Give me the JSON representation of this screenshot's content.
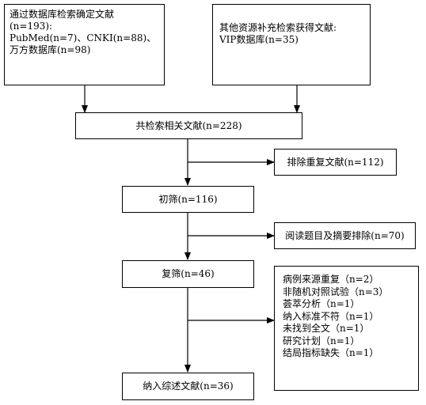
{
  "boxes": {
    "databases": {
      "lines": [
        "通过数据库检索确定文献",
        "(n=193):",
        "PubMed(n=7)、CNKI(n=88)、",
        "万方数据库(n=98)"
      ]
    },
    "other_sources": {
      "lines": [
        "其他资源补充检索获得文献:",
        "VIP数据库(n=35)"
      ]
    },
    "total": {
      "label": "共检索相关文献(n=228)"
    },
    "duplicates": {
      "label": "排除重复文献(n=112)"
    },
    "initial_screen": {
      "label": "初筛(n=116)"
    },
    "abstract_exclusion": {
      "label": "阅读题目及摘要排除(n=70)"
    },
    "rescreen": {
      "label": "复筛(n=46)"
    },
    "fulltext_exclusion": {
      "lines": [
        "病例来源重复（n=2）",
        "非随机对照试验（n=3）",
        "荟萃分析（n=1）",
        "纳入标准不符（n=1）",
        "未找到全文（n=1）",
        "研究计划（n=1）",
        "结局指标缺失（n=1）"
      ]
    },
    "included": {
      "label": "纳入综述文献(n=36)"
    }
  }
}
